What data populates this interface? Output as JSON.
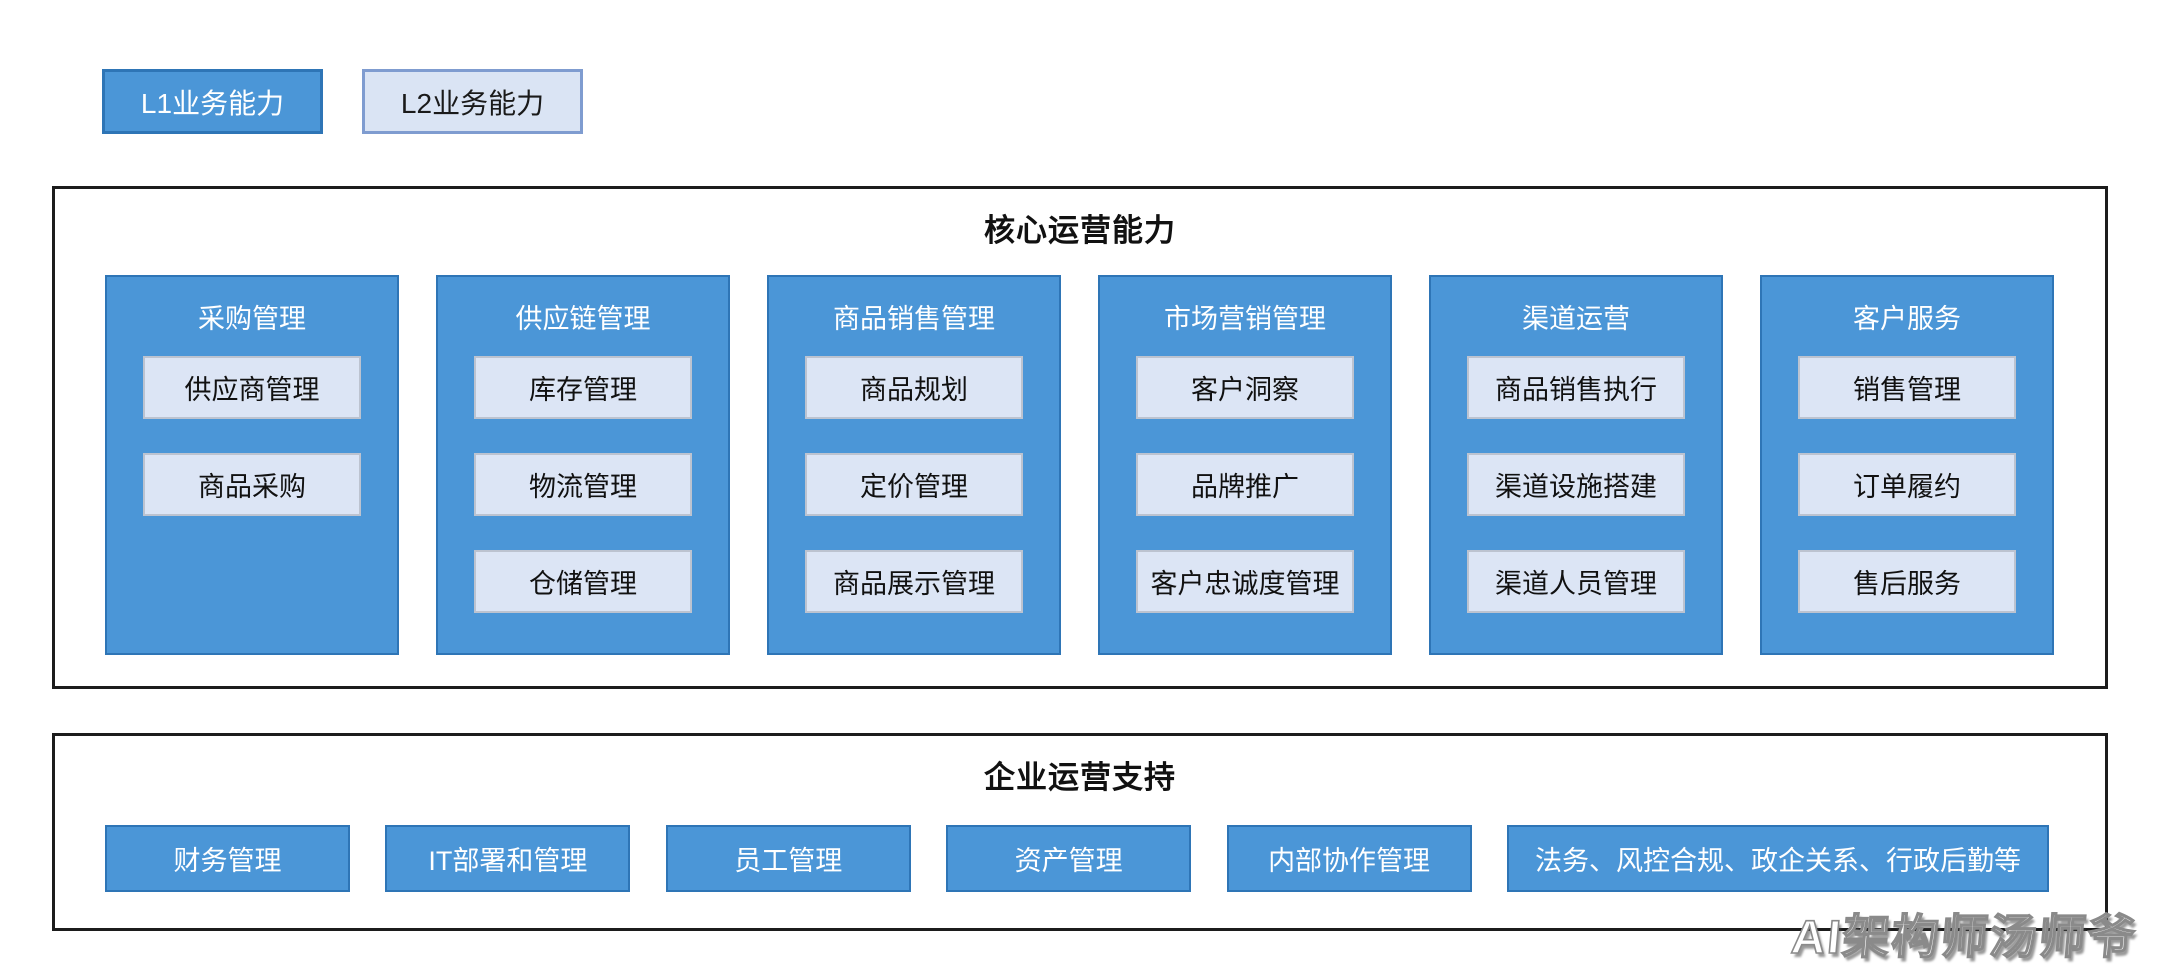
{
  "legend": {
    "l1": "L1业务能力",
    "l2": "L2业务能力"
  },
  "core": {
    "title": "核心运营能力",
    "columns": [
      {
        "header": "采购管理",
        "items": [
          "供应商管理",
          "商品采购"
        ]
      },
      {
        "header": "供应链管理",
        "items": [
          "库存管理",
          "物流管理",
          "仓储管理"
        ]
      },
      {
        "header": "商品销售管理",
        "items": [
          "商品规划",
          "定价管理",
          "商品展示管理"
        ]
      },
      {
        "header": "市场营销管理",
        "items": [
          "客户洞察",
          "品牌推广",
          "客户忠诚度管理"
        ]
      },
      {
        "header": "渠道运营",
        "items": [
          "商品销售执行",
          "渠道设施搭建",
          "渠道人员管理"
        ]
      },
      {
        "header": "客户服务",
        "items": [
          "销售管理",
          "订单履约",
          "售后服务"
        ]
      }
    ]
  },
  "support": {
    "title": "企业运营支持",
    "items": [
      "财务管理",
      "IT部署和管理",
      "员工管理",
      "资产管理",
      "内部协作管理",
      "法务、风控合规、政企关系、行政后勤等"
    ]
  },
  "watermark": "AI架构师汤师爷",
  "colors": {
    "l1_fill": "#4B96D7",
    "l1_border": "#2E75B6",
    "l2_fill": "#DAE4F4",
    "l2_border": "#7F9CD0",
    "item_fill": "#DCE5F5",
    "item_border": "#BCC3D0",
    "panel_border": "#1C1C1C"
  }
}
